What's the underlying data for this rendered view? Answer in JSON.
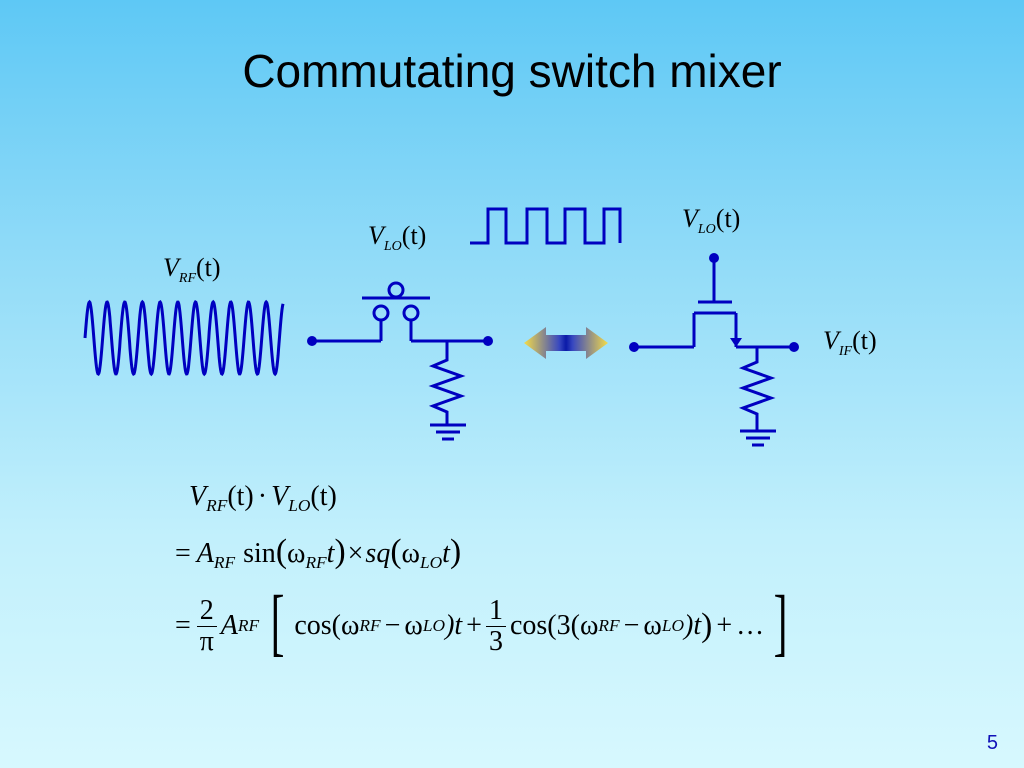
{
  "slide": {
    "title": "Commutating switch mixer",
    "page_number": "5"
  },
  "labels": {
    "vrf": {
      "main": "V",
      "sub": "RF",
      "arg": "(t)"
    },
    "vlo_switch": {
      "main": "V",
      "sub": "LO",
      "arg": "(t)"
    },
    "vlo_fet": {
      "main": "V",
      "sub": "LO",
      "arg": "(t)"
    },
    "vif": {
      "main": "V",
      "sub": "IF",
      "arg": "(t)"
    }
  },
  "equations": {
    "line1": {
      "v1": "V",
      "s1": "RF",
      "t1": "(t)",
      "dot": "·",
      "v2": "V",
      "s2": "LO",
      "t2": "(t)"
    },
    "line2": {
      "eq": "=",
      "a": "A",
      "a_sub": "RF",
      "sin": "sin",
      "lp": "(",
      "omega": "ω",
      "w_sub": "RF",
      "t": "t",
      "rp": ")",
      "times": "×",
      "sq": "sq",
      "lp2": "(",
      "omega2": "ω",
      "w_sub2": "LO",
      "t2": "t",
      "rp2": ")"
    },
    "line3": {
      "eq": "=",
      "num": "2",
      "den": "π",
      "a": "A",
      "a_sub": "RF",
      "lb": "[",
      "cos": "cos(",
      "omega": "ω",
      "w_sub1": "RF",
      "minus": "−",
      "omega2": "ω",
      "w_sub2": "LO",
      "close1": ")t",
      "plus": "+",
      "num2": "1",
      "den2": "3",
      "cos2": "cos",
      "paren3": "(3(",
      "omega3": "ω",
      "w_sub3": "RF",
      "minus2": "−",
      "omega4": "ω",
      "w_sub4": "LO",
      "close2": ")t",
      "rparen": ")",
      "plus2": "+",
      "ellipsis": "…",
      "rb": "]"
    }
  },
  "colors": {
    "wire": "#0000c0",
    "arrow_end": "#f0d040",
    "arrow_mid": "#0a1aa8"
  }
}
